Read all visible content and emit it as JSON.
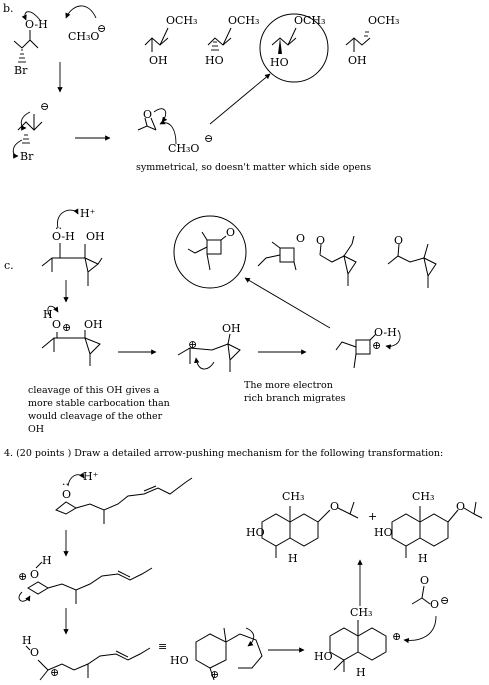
{
  "sections": {
    "b": "b.",
    "c": "c.",
    "q4": "4. (20 points ) Draw a detailed arrow-pushing mechanism for the following transformation:"
  },
  "atoms": {
    "OH_top": "O-H",
    "methoxide": "CH₃O",
    "Br": "Br",
    "OCH3": "OCH₃",
    "OH": "OH",
    "HO": "HO",
    "O": "O",
    "CH3O_epox": "CH₃O",
    "H_plus": "H⁺",
    "OH_c": "O-H",
    "O_eq_H": "O-H",
    "H": "H",
    "CH3": "CH₃"
  },
  "charges": {
    "minus": "⊖",
    "plus": "⊕"
  },
  "notes": {
    "symmetrical": "symmetrical, so doesn't matter which side opens",
    "cleavage": [
      "cleavage of this OH gives a",
      "more stable carbocation than",
      "would cleavage of the other",
      "OH"
    ],
    "migrates": [
      "The more electron",
      "rich branch migrates"
    ],
    "plus_sign": "+",
    "equiv": "≡"
  }
}
